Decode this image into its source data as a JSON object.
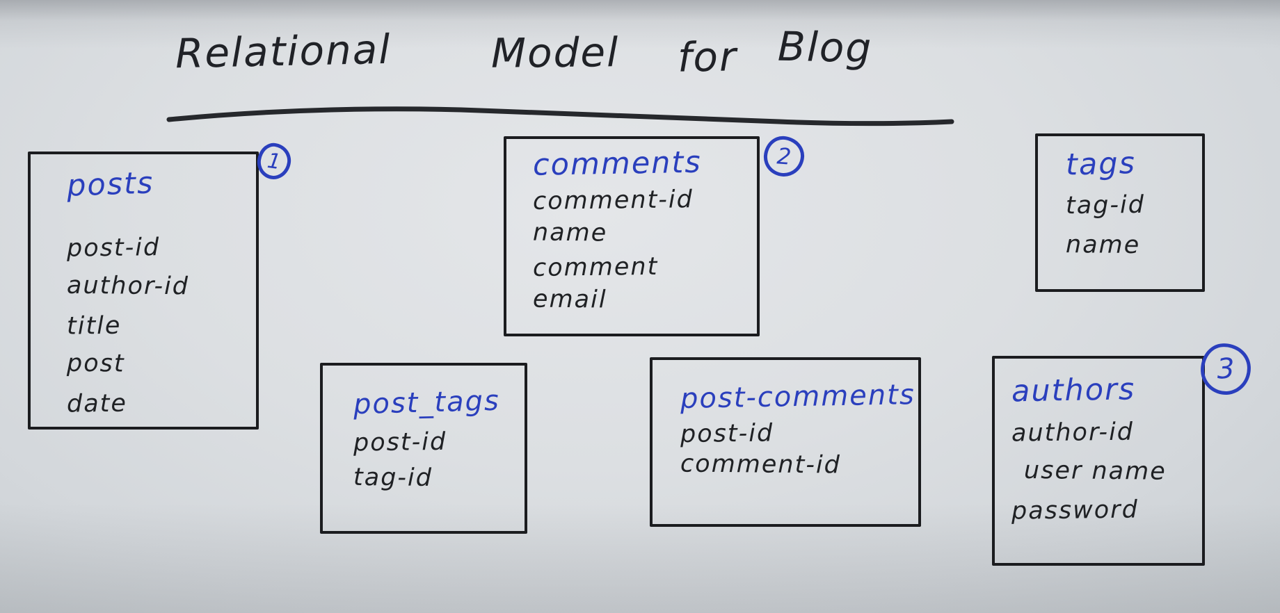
{
  "title": {
    "text": "Relational Model for Blog",
    "words": [
      "Relational",
      "Model",
      "for",
      "Blog"
    ]
  },
  "colors": {
    "board_background": "#dcdfe2",
    "ink_black": "#202227",
    "ink_blue": "#2a3fbd"
  },
  "tables": {
    "posts": {
      "name": "posts",
      "badge": "1",
      "fields": [
        "post-id",
        "author-id",
        "title",
        "post",
        "date"
      ]
    },
    "comments": {
      "name": "comments",
      "badge": "2",
      "fields": [
        "comment-id",
        "name",
        "comment",
        "email"
      ]
    },
    "tags": {
      "name": "tags",
      "fields": [
        "tag-id",
        "name"
      ]
    },
    "post_tags": {
      "name": "post_tags",
      "fields": [
        "post-id",
        "tag-id"
      ]
    },
    "post_comments": {
      "name": "post-comments",
      "fields": [
        "post-id",
        "comment-id"
      ]
    },
    "authors": {
      "name": "authors",
      "badge": "3",
      "fields": [
        "author-id",
        "user name",
        "password"
      ]
    }
  }
}
